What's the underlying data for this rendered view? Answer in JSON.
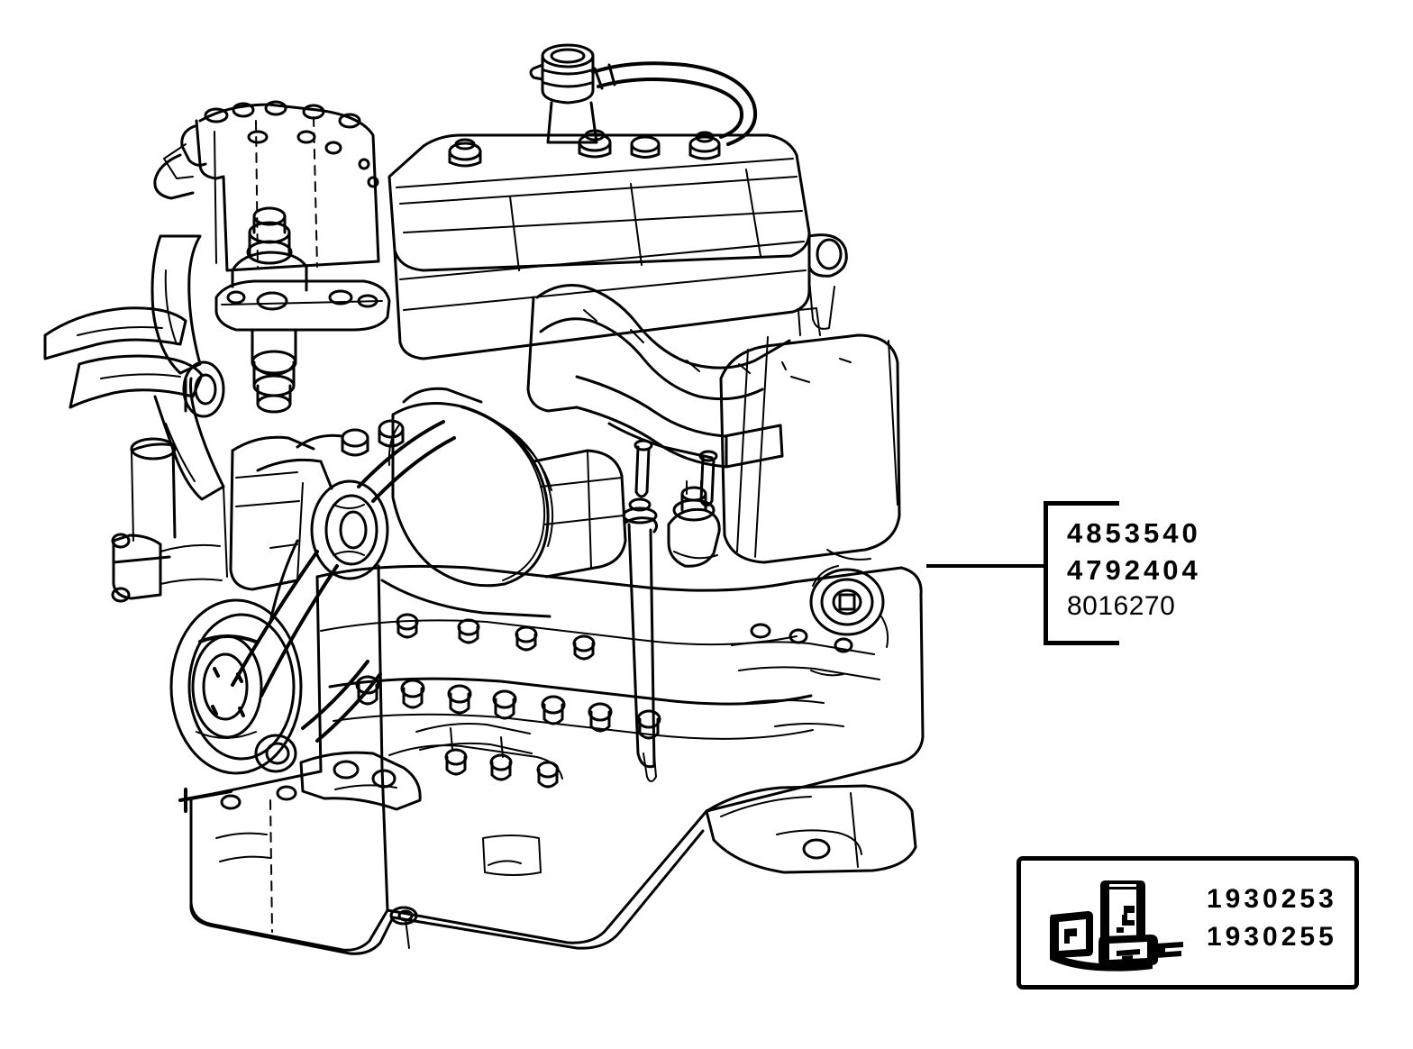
{
  "diagram": {
    "title": "Engine Assembly Parts Diagram",
    "illustration_name": "inline-four-cylinder-engine-assembly",
    "line_color": "#000000",
    "background_color": "#ffffff"
  },
  "callout": {
    "name": "main-part-number-bracket",
    "part_numbers": [
      {
        "value": "4853540",
        "weight": "bold"
      },
      {
        "value": "4792404",
        "weight": "bold"
      },
      {
        "value": "8016270",
        "weight": "regular"
      }
    ],
    "line1": "4853540",
    "line2": "4792404",
    "line3": "8016270"
  },
  "inset": {
    "name": "small-parts-detail-box",
    "icon": "engine-parts-icon",
    "part_numbers": [
      {
        "value": "1930253"
      },
      {
        "value": "1930255"
      }
    ],
    "line1": "1930253",
    "line2": "1930255"
  },
  "leader": {
    "name": "callout-leader-line"
  }
}
